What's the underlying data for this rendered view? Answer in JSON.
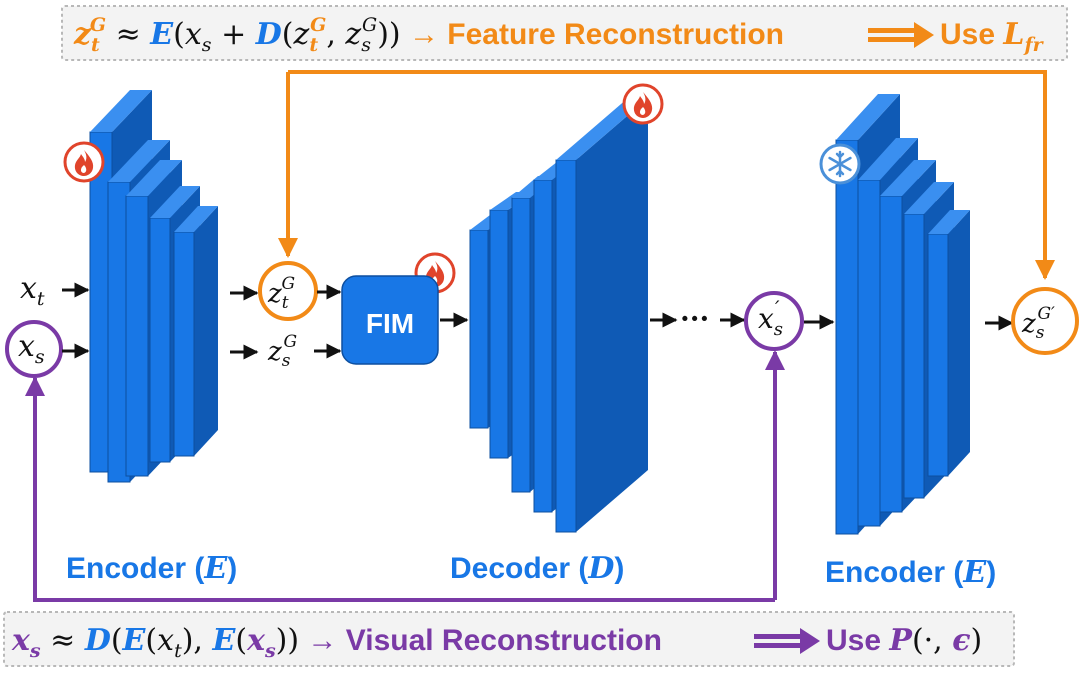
{
  "colors": {
    "blue": "#1877e6",
    "orange": "#f28a17",
    "purple": "#7a3aa6",
    "dark": "#111111",
    "banner_border": "#b8b8b8",
    "banner_fill": "#f3f3f3",
    "flame": "#e0442b",
    "snow": "#4a90d9"
  },
  "top_formula": {
    "lhs_z": "z",
    "lhs_sub": "t",
    "lhs_sup": "G",
    "approx": " ≈ ",
    "E": "E",
    "open": "(",
    "x": "x",
    "xs_sub": "s",
    "plus": " + ",
    "D": "D",
    "open2": "(",
    "z1": "z",
    "z1_sub": "t",
    "z1_sup": "G",
    "comma": ", ",
    "z2": "z",
    "z2_sub": "s",
    "z2_sup": "G",
    "close": "))",
    "arrow": " → ",
    "title": "Feature Reconstruction",
    "use": "Use ",
    "loss": "L",
    "loss_sub": "fr"
  },
  "bottom_formula": {
    "lhs_x": "x",
    "lhs_sub": "s",
    "approx": " ≈ ",
    "D": "D",
    "open": "(",
    "E1": "E",
    "open1": "(",
    "x1": "x",
    "x1_sub": "t",
    "close1": "), ",
    "E2": "E",
    "open2": "(",
    "x2": "x",
    "x2_sub": "s",
    "close2": "))",
    "arrow": " → ",
    "title": "Visual Reconstruction",
    "use": "Use ",
    "P": "P",
    "P_args": "(·, ",
    "eps": "ϵ",
    "P_close": ")"
  },
  "inputs": {
    "xt": "x",
    "xt_sub": "t",
    "xs": "x",
    "xs_sub": "s"
  },
  "latents": {
    "zt": "z",
    "zt_sub": "t",
    "zt_sup": "G",
    "zs": "z",
    "zs_sub": "s",
    "zs_sup": "G",
    "xs_prime": "x",
    "xs_prime_sub": "s",
    "xs_prime_mark": "′",
    "zs_prime": "z",
    "zs_prime_sub": "s",
    "zs_prime_sup": "G′"
  },
  "modules": {
    "fim": "FIM",
    "ellipsis": "···"
  },
  "labels": {
    "encoder1_prefix": "Encoder (",
    "encoder1_sym": "E",
    "encoder1_suffix": ")",
    "decoder_prefix": "Decoder (",
    "decoder_sym": "D",
    "decoder_suffix": ")",
    "encoder2_prefix": "Encoder (",
    "encoder2_sym": "E",
    "encoder2_suffix": ")"
  },
  "icons": {
    "encoder1_status": "flame-icon",
    "fim_status": "flame-icon",
    "decoder_status": "flame-icon",
    "encoder2_status": "snowflake-icon"
  }
}
